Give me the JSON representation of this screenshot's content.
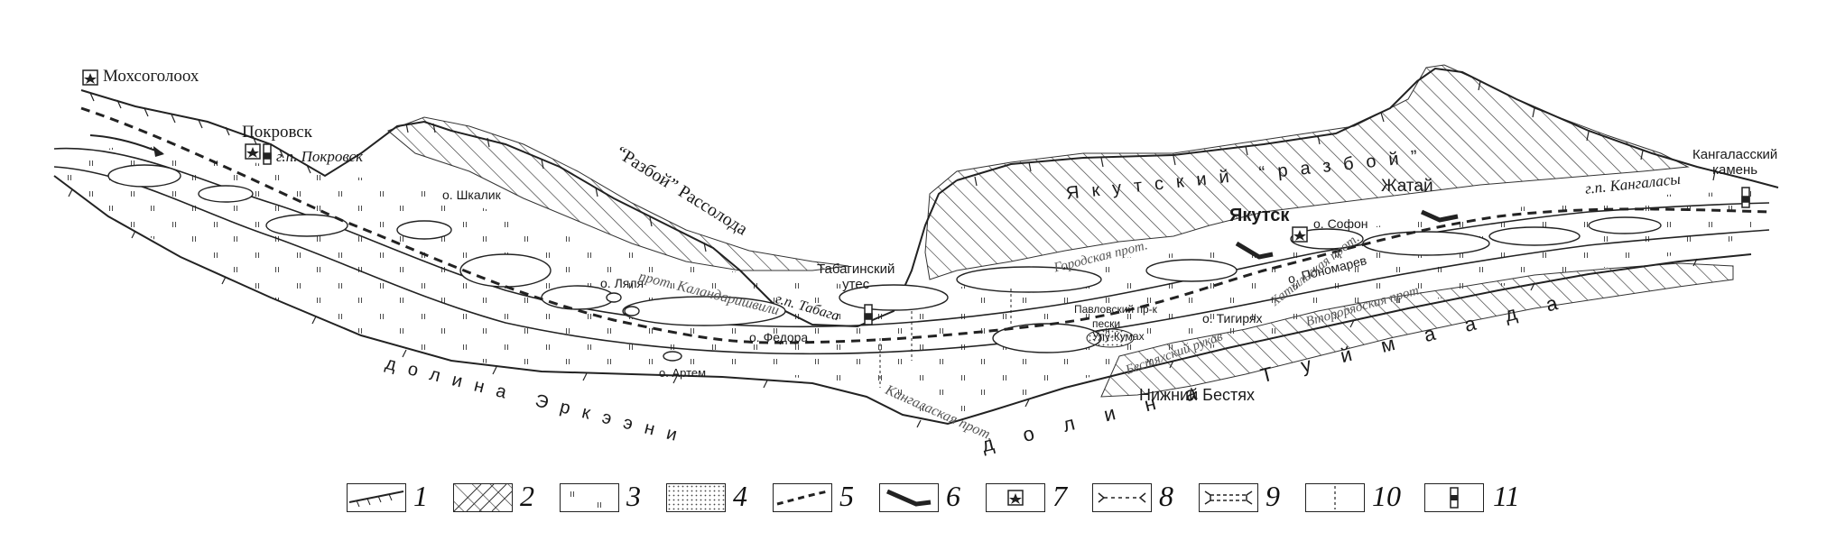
{
  "labels": {
    "mokhsogollokh": "Мохсоголоох",
    "pokrovsk": "Покровск",
    "gp_pokrovsk": "г.п. Покровск",
    "razboy_rassoloda": "“Разбой” Рассолода",
    "o_shkalik": "о. Шкалик",
    "o_lyalya": "о. Ляля",
    "prot_kalandarashvili": "прот. Каландаришвили",
    "gp_tabaga": "г.п. Табага",
    "tabaginsky_utes": "Табагинский\nутес",
    "o_fedora": "о. Федора",
    "o_artem": "о. Артем",
    "dolina_erkeeni": "долина Эркээни",
    "kangalaskaya_prot": "Кангалаская прот.",
    "dolina_tuymaada": "долина Туймаада",
    "yakutsky_razboy": "Якутский “разбой”",
    "yakutsk": "Якутск",
    "gorodskaya_prot": "Городская прот.",
    "o_sofon": "о. Софон",
    "o_ponomarev": "о. Пономарев",
    "khatyngskaya_prot": "Хатыльская прот.",
    "vtoraya_prot": "Второрядская прот.",
    "pavlovsky_pr": "Павловский пр-к",
    "peski_ulu_kumakh": "пески\nУлу-Кумах",
    "o_tigiryakh": "о. Тигирях",
    "bestyakhsky_rukav": "Бестяхский рукав",
    "nizhny_bestyakh": "Нижний Бестях",
    "zhatay": "Жатай",
    "kangalassky_kamen": "Кангаласский\nкамень",
    "gp_kangalassy": "г.п. Кангаласы"
  },
  "legend": [
    "1",
    "2",
    "3",
    "4",
    "5",
    "6",
    "7",
    "8",
    "9",
    "10",
    "11"
  ],
  "colors": {
    "ink": "#222222",
    "background": "#ffffff"
  }
}
